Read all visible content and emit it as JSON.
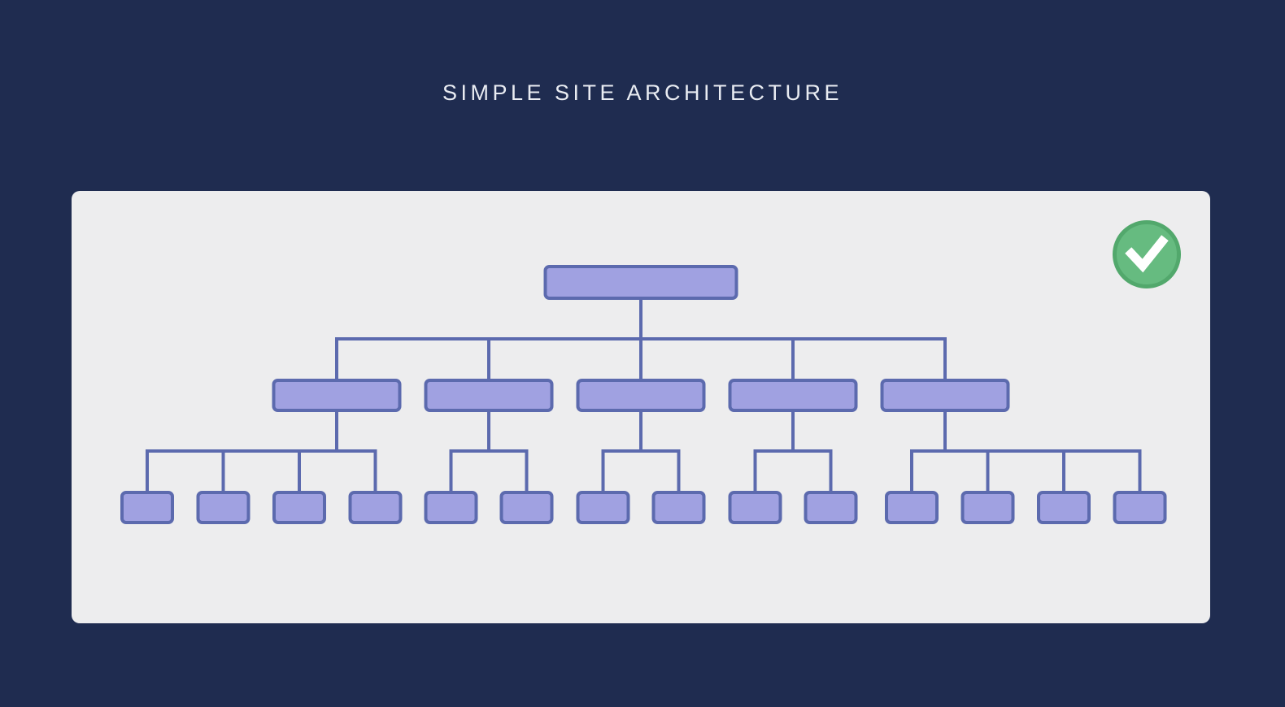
{
  "title": "SIMPLE SITE ARCHITECTURE",
  "card": {
    "status_badge": {
      "icon": "checkmark"
    }
  },
  "diagram": {
    "type": "tree",
    "levels": 3,
    "root": {
      "id": "home",
      "label": ""
    },
    "sections": [
      {
        "id": "section-1",
        "label": "",
        "leaf_count": 4
      },
      {
        "id": "section-2",
        "label": "",
        "leaf_count": 2
      },
      {
        "id": "section-3",
        "label": "",
        "leaf_count": 2
      },
      {
        "id": "section-4",
        "label": "",
        "leaf_count": 2
      },
      {
        "id": "section-5",
        "label": "",
        "leaf_count": 4
      }
    ]
  },
  "colors": {
    "page_bg": "#1f2c50",
    "title_text": "#e9ecf2",
    "card_bg": "#ededee",
    "node_fill": "#a0a1e1",
    "node_border": "#5c6aae",
    "connector": "#5c6aae",
    "badge_fill": "#66bb80",
    "badge_ring": "#52a86c",
    "badge_check": "#ffffff"
  }
}
